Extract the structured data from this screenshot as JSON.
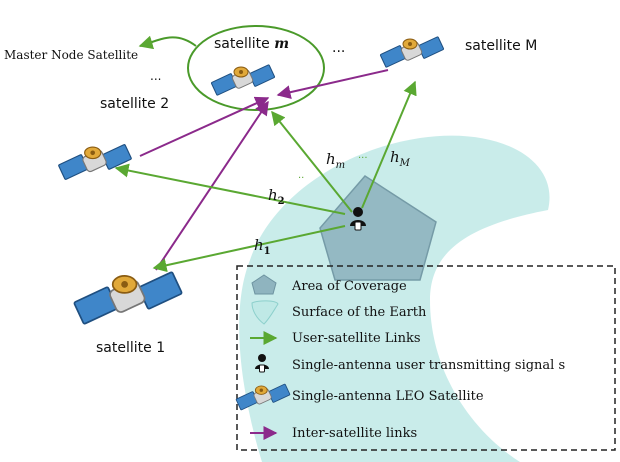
{
  "labels": {
    "master_node": "Master Node Satellite",
    "sat_m": "satellite",
    "sat_m_var": "m",
    "sat_M": "satellite M",
    "sat_2": "satellite 2",
    "sat_1": "satellite 1",
    "dots_top": "...",
    "dots_left": "..."
  },
  "links": {
    "h1": "h",
    "h1_sub": "1",
    "h2": "h",
    "h2_sub": "2",
    "hm": "h",
    "hm_sub": "m",
    "hM": "h",
    "hM_sub": "M"
  },
  "legend": {
    "items": [
      {
        "label": "Area of Coverage",
        "icon": "pentagon-icon"
      },
      {
        "label": "Surface of the Earth",
        "icon": "earth-surface-icon"
      },
      {
        "label": "User-satellite Links",
        "icon": "green-arrow-icon"
      },
      {
        "label": "Single-antenna user transmitting signal s",
        "icon": "user-icon"
      },
      {
        "label": "Single-antenna LEO Satellite",
        "icon": "satellite-icon"
      },
      {
        "label": "Inter-satellite links",
        "icon": "purple-arrow-icon"
      }
    ]
  },
  "colors": {
    "user_link": "#5aa832",
    "inter_link": "#8b2a8b",
    "earth": "#bfe9e6",
    "coverage": "#8fb4bf",
    "master_ellipse": "#4a9a2a"
  }
}
